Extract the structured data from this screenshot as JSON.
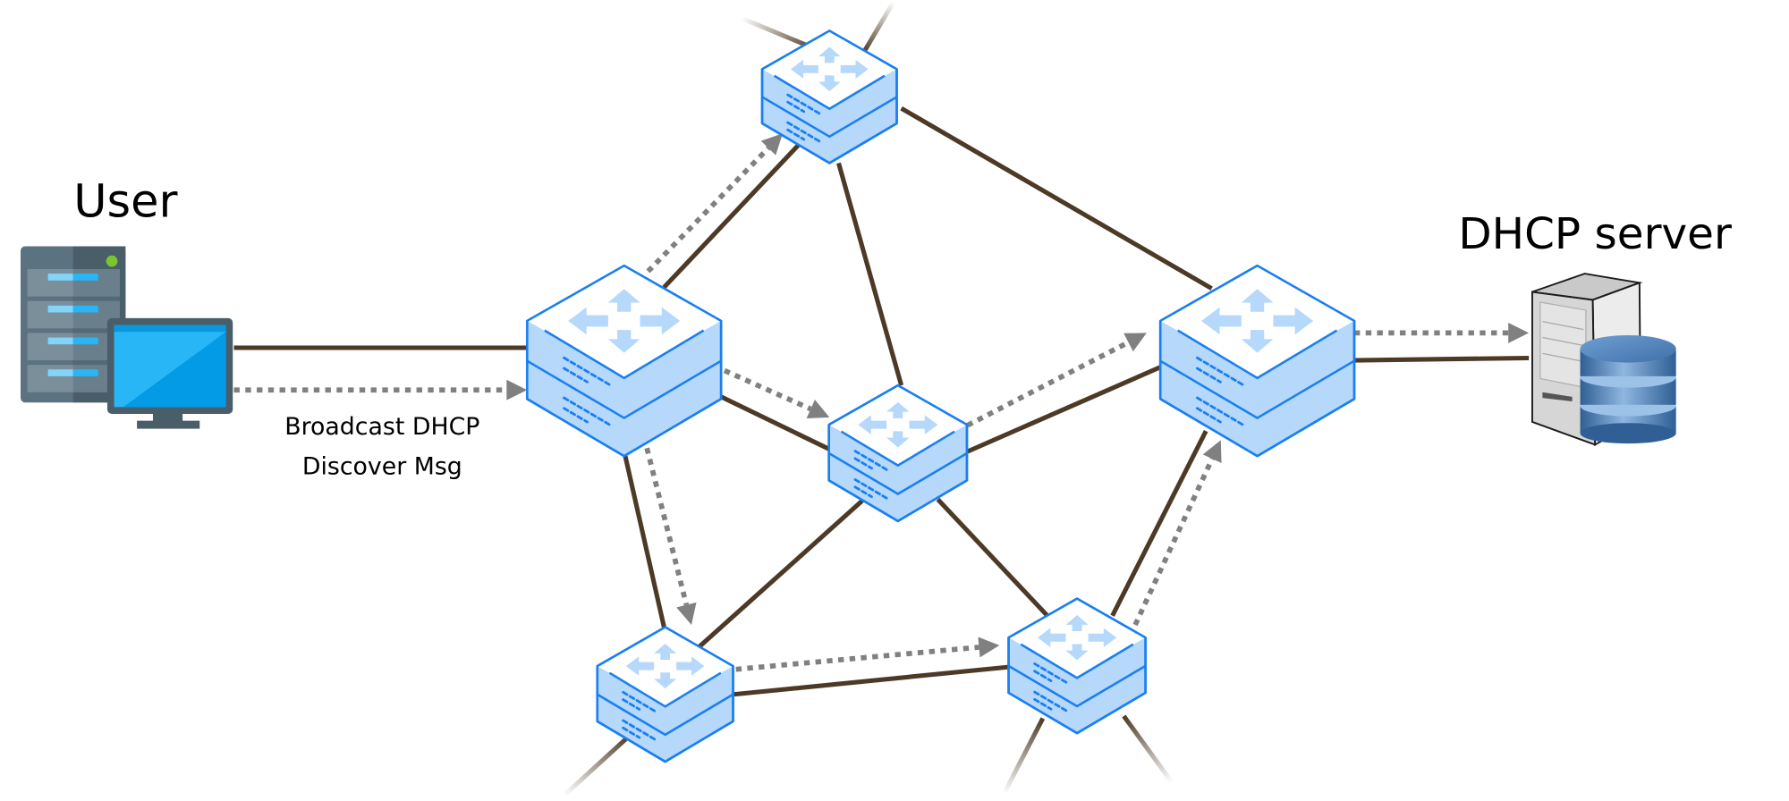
{
  "labels": {
    "user": "User",
    "server": "DHCP server",
    "message_line1": "Broadcast DHCP",
    "message_line2": "Discover Msg"
  },
  "icons": {
    "user_device": "desktop-computer-with-tower-icon",
    "server_device": "database-server-icon",
    "network_node": "router-switch-icon"
  },
  "colors": {
    "link": "#4d3a26",
    "broadcast_arrow": "#808080",
    "router_stroke": "#1a7ff0",
    "router_fill": "#b5d8fb",
    "router_top": "#ffffff"
  }
}
